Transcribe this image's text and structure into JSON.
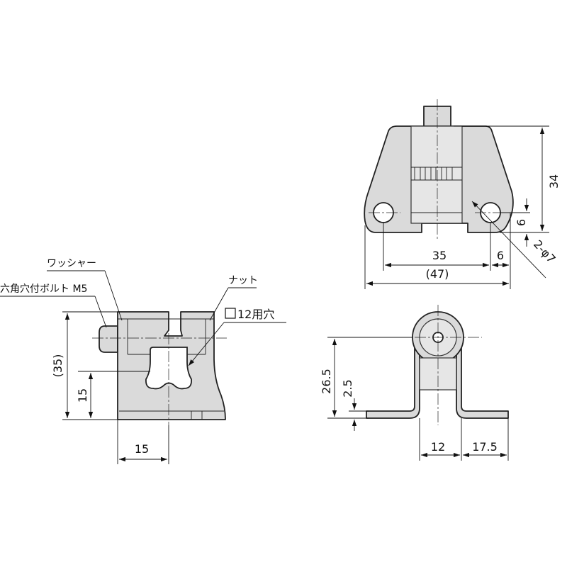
{
  "labels": {
    "washer": "ワッシャー",
    "hex_bolt": "六角穴付ボルト M5",
    "nut": "ナット",
    "hole_label": "12用穴"
  },
  "dimensions": {
    "front_height_total": "(35)",
    "front_height_lower": "15",
    "front_width_bottom": "15",
    "top_height": "34",
    "top_hole_offset": "6",
    "top_hole_spacing": "35",
    "top_hole_margin": "6",
    "top_total_width": "(47)",
    "top_hole_dia": "2-φ7",
    "side_height": "26.5",
    "side_thickness": "2.5",
    "side_width": "12",
    "side_flange": "17.5"
  }
}
